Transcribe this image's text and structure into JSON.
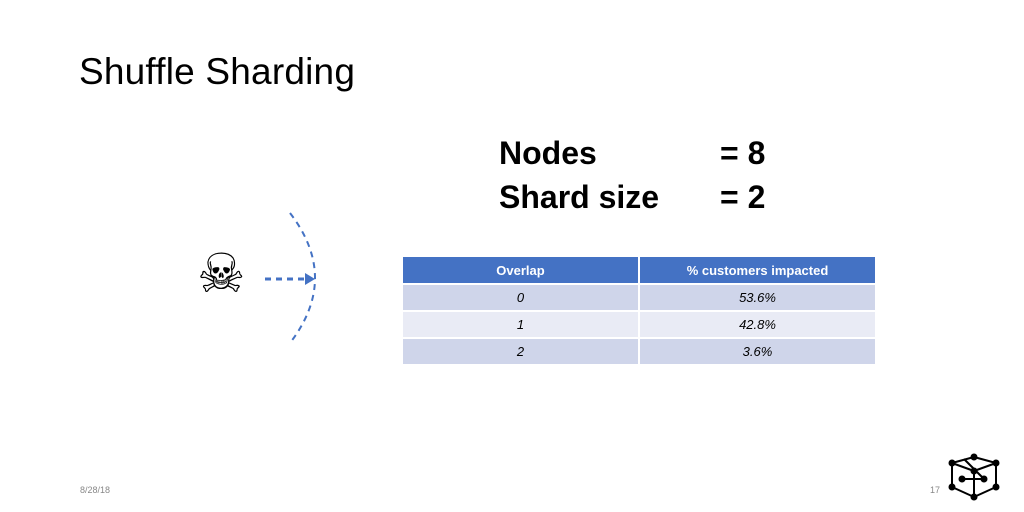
{
  "slide": {
    "title": "Shuffle Sharding",
    "date": "8/28/18",
    "page_number": "17"
  },
  "stats": [
    {
      "label": "Nodes",
      "value": "= 8"
    },
    {
      "label": "Shard size",
      "value": "= 2"
    }
  ],
  "table": {
    "headers": [
      "Overlap",
      "% customers impacted"
    ],
    "rows": [
      [
        "0",
        "53.6%"
      ],
      [
        "1",
        "42.8%"
      ],
      [
        "2",
        "3.6%"
      ]
    ]
  },
  "icons": {
    "skull": "skull-and-crossbones",
    "skull_glyph": "☠",
    "logo": "cube-graph-logo"
  },
  "colors": {
    "accent": "#4472c4",
    "row_odd": "#cfd5ea",
    "row_even": "#e9ebf5"
  }
}
